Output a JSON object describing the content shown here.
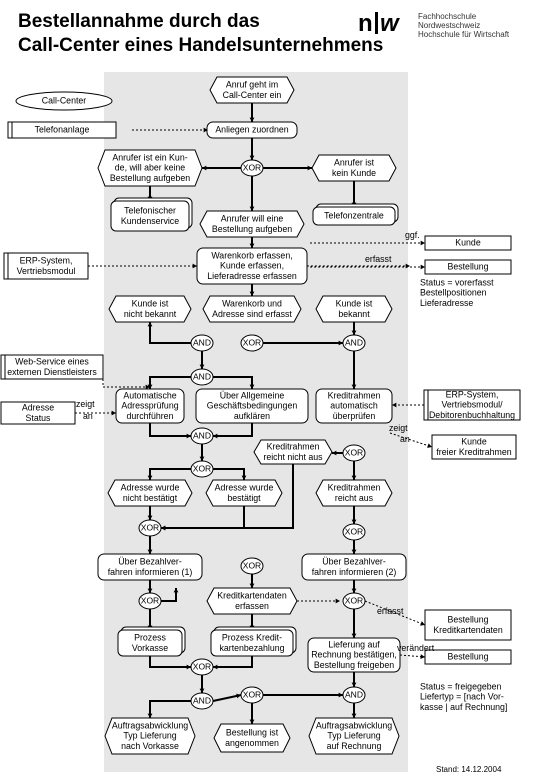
{
  "header": {
    "title_line1": "Bestellannahme durch das",
    "title_line2": "Call-Center eines Handelsunternehmens",
    "logo_lines": [
      "Fachhochschule Nordwestschweiz",
      "Hochschule für Wirtschaft"
    ]
  },
  "footer": {
    "date": "Stand: 14.12.2004"
  },
  "colors": {
    "background_band": "#e6e6e6",
    "node_fill": "#ffffff",
    "stroke": "#000000"
  },
  "labels": {
    "ggf": "ggf.",
    "erfasst1": "erfasst",
    "erfasst2": "erfasst",
    "zeigt_an1": [
      "zeigt",
      "an"
    ],
    "zeigt_an2": [
      "zeigt",
      "an"
    ],
    "veraendert": "verändert"
  },
  "nodes": [
    {
      "id": "callcenter",
      "kind": "org",
      "lines": [
        "Call-Center"
      ]
    },
    {
      "id": "telefonanlage",
      "kind": "system",
      "lines": [
        "Telefonanlage"
      ]
    },
    {
      "id": "ev_anruf",
      "kind": "event",
      "lines": [
        "Anruf geht im",
        "Call-Center ein"
      ]
    },
    {
      "id": "fn_anliegen",
      "kind": "function",
      "lines": [
        "Anliegen zuordnen"
      ]
    },
    {
      "id": "ev_anrufer_kunde",
      "kind": "event",
      "lines": [
        "Anrufer ist ein Kun-",
        "de, will aber keine",
        "Bestellung aufgeben"
      ]
    },
    {
      "id": "xor1",
      "kind": "conn",
      "lines": [
        "XOR"
      ]
    },
    {
      "id": "ev_kein_kunde",
      "kind": "event",
      "lines": [
        "Anrufer ist",
        "kein Kunde"
      ]
    },
    {
      "id": "fn_kundenservice",
      "kind": "process",
      "lines": [
        "Telefonischer",
        "Kundenservice"
      ]
    },
    {
      "id": "ev_bestellung",
      "kind": "event",
      "lines": [
        "Anrufer will eine",
        "Bestellung aufgeben"
      ]
    },
    {
      "id": "fn_telefonzentrale",
      "kind": "process",
      "lines": [
        "Telefonzentrale"
      ]
    },
    {
      "id": "erp1",
      "kind": "system",
      "lines": [
        "ERP-System,",
        "Vertriebsmodul"
      ]
    },
    {
      "id": "fn_warenkorb",
      "kind": "function",
      "lines": [
        "Warenkorb erfassen,",
        "Kunde erfassen,",
        "Lieferadresse erfassen"
      ]
    },
    {
      "id": "io_kunde1",
      "kind": "info",
      "lines": [
        "Kunde"
      ]
    },
    {
      "id": "io_bestellung1",
      "kind": "info",
      "lines": [
        "Bestellung"
      ]
    },
    {
      "id": "txt_status1",
      "kind": "text",
      "lines": [
        "Status = vorerfasst",
        "Bestellpositionen",
        "Lieferadresse"
      ]
    },
    {
      "id": "ev_kunde_nicht_bekannt",
      "kind": "event",
      "lines": [
        "Kunde ist",
        "nicht bekannt"
      ]
    },
    {
      "id": "ev_warenkorb_erfasst",
      "kind": "event",
      "lines": [
        "Warenkorb und",
        "Adresse sind erfasst"
      ]
    },
    {
      "id": "ev_kunde_bekannt",
      "kind": "event",
      "lines": [
        "Kunde ist",
        "bekannt"
      ]
    },
    {
      "id": "and1",
      "kind": "conn",
      "lines": [
        "AND"
      ]
    },
    {
      "id": "xor2",
      "kind": "conn",
      "lines": [
        "XOR"
      ]
    },
    {
      "id": "and2",
      "kind": "conn",
      "lines": [
        "AND"
      ]
    },
    {
      "id": "webservice",
      "kind": "system",
      "lines": [
        "Web-Service eines",
        "externen Dienstleisters"
      ]
    },
    {
      "id": "and3",
      "kind": "conn",
      "lines": [
        "AND"
      ]
    },
    {
      "id": "io_adresse_status",
      "kind": "info",
      "lines": [
        "Adresse",
        "Status"
      ]
    },
    {
      "id": "fn_adresspruefung",
      "kind": "function",
      "lines": [
        "Automatische",
        "Adressprüfung",
        "durchführen"
      ]
    },
    {
      "id": "fn_agb",
      "kind": "function",
      "lines": [
        "Über Allgemeine",
        "Geschäftsbedingungen",
        "aufklären"
      ]
    },
    {
      "id": "fn_kreditrahmen",
      "kind": "function",
      "lines": [
        "Kreditrahmen",
        "automatisch",
        "überprüfen"
      ]
    },
    {
      "id": "erp2",
      "kind": "system",
      "lines": [
        "ERP-System,",
        "Vertriebsmodul/",
        "Debitorenbuchhaltung"
      ]
    },
    {
      "id": "io_kunde2",
      "kind": "info",
      "lines": [
        "Kunde",
        "freier Kreditrahmen"
      ]
    },
    {
      "id": "and4",
      "kind": "conn",
      "lines": [
        "AND"
      ]
    },
    {
      "id": "ev_kredit_nicht_aus",
      "kind": "event",
      "lines": [
        "Kreditrahmen",
        "reicht nicht aus"
      ]
    },
    {
      "id": "xor3",
      "kind": "conn",
      "lines": [
        "XOR"
      ]
    },
    {
      "id": "xor4",
      "kind": "conn",
      "lines": [
        "XOR"
      ]
    },
    {
      "id": "ev_adresse_nicht",
      "kind": "event",
      "lines": [
        "Adresse wurde",
        "nicht bestätigt"
      ]
    },
    {
      "id": "ev_adresse_bestaetigt",
      "kind": "event",
      "lines": [
        "Adresse wurde",
        "bestätigt"
      ]
    },
    {
      "id": "ev_kredit_aus",
      "kind": "event",
      "lines": [
        "Kreditrahmen",
        "reicht aus"
      ]
    },
    {
      "id": "xor5",
      "kind": "conn",
      "lines": [
        "XOR"
      ]
    },
    {
      "id": "xor6",
      "kind": "conn",
      "lines": [
        "XOR"
      ]
    },
    {
      "id": "fn_zahl1",
      "kind": "function",
      "lines": [
        "Über Bezahlver-",
        "fahren informieren (1)"
      ]
    },
    {
      "id": "xor7",
      "kind": "conn",
      "lines": [
        "XOR"
      ]
    },
    {
      "id": "fn_zahl2",
      "kind": "function",
      "lines": [
        "Über Bezahlver-",
        "fahren informieren (2)"
      ]
    },
    {
      "id": "xor8",
      "kind": "conn",
      "lines": [
        "XOR"
      ]
    },
    {
      "id": "ev_kreditkarte",
      "kind": "event",
      "lines": [
        "Kreditkartendaten",
        "erfassen"
      ]
    },
    {
      "id": "xor9",
      "kind": "conn",
      "lines": [
        "XOR"
      ]
    },
    {
      "id": "io_bestellung2",
      "kind": "info",
      "lines": [
        "Bestellung",
        "Kreditkartendaten"
      ]
    },
    {
      "id": "fn_vorkasse",
      "kind": "process",
      "lines": [
        "Prozess",
        "Vorkasse"
      ]
    },
    {
      "id": "fn_kreditkartenzahlung",
      "kind": "process",
      "lines": [
        "Prozess Kredit-",
        "kartenbezahlung"
      ]
    },
    {
      "id": "fn_lieferung",
      "kind": "function",
      "lines": [
        "Lieferung auf",
        "Rechnung bestätigen,",
        "Bestellung freigeben"
      ]
    },
    {
      "id": "io_bestellung3",
      "kind": "info",
      "lines": [
        "Bestellung"
      ]
    },
    {
      "id": "txt_status2",
      "kind": "text",
      "lines": [
        "Status = freigegeben",
        "Liefertyp = [nach Vor-",
        "kasse | auf Rechnung]"
      ]
    },
    {
      "id": "xor10",
      "kind": "conn",
      "lines": [
        "XOR"
      ]
    },
    {
      "id": "and5",
      "kind": "conn",
      "lines": [
        "AND"
      ]
    },
    {
      "id": "xor11",
      "kind": "conn",
      "lines": [
        "XOR"
      ]
    },
    {
      "id": "and6",
      "kind": "conn",
      "lines": [
        "AND"
      ]
    },
    {
      "id": "ev_auftrag_vorkasse",
      "kind": "event",
      "lines": [
        "Auftragsabwicklung",
        "Typ Lieferung",
        "nach Vorkasse"
      ]
    },
    {
      "id": "ev_angenommen",
      "kind": "event",
      "lines": [
        "Bestellung ist",
        "angenommen"
      ]
    },
    {
      "id": "ev_auftrag_rechnung",
      "kind": "event",
      "lines": [
        "Auftragsabwicklung",
        "Typ Lieferung",
        "auf Rechnung"
      ]
    }
  ]
}
